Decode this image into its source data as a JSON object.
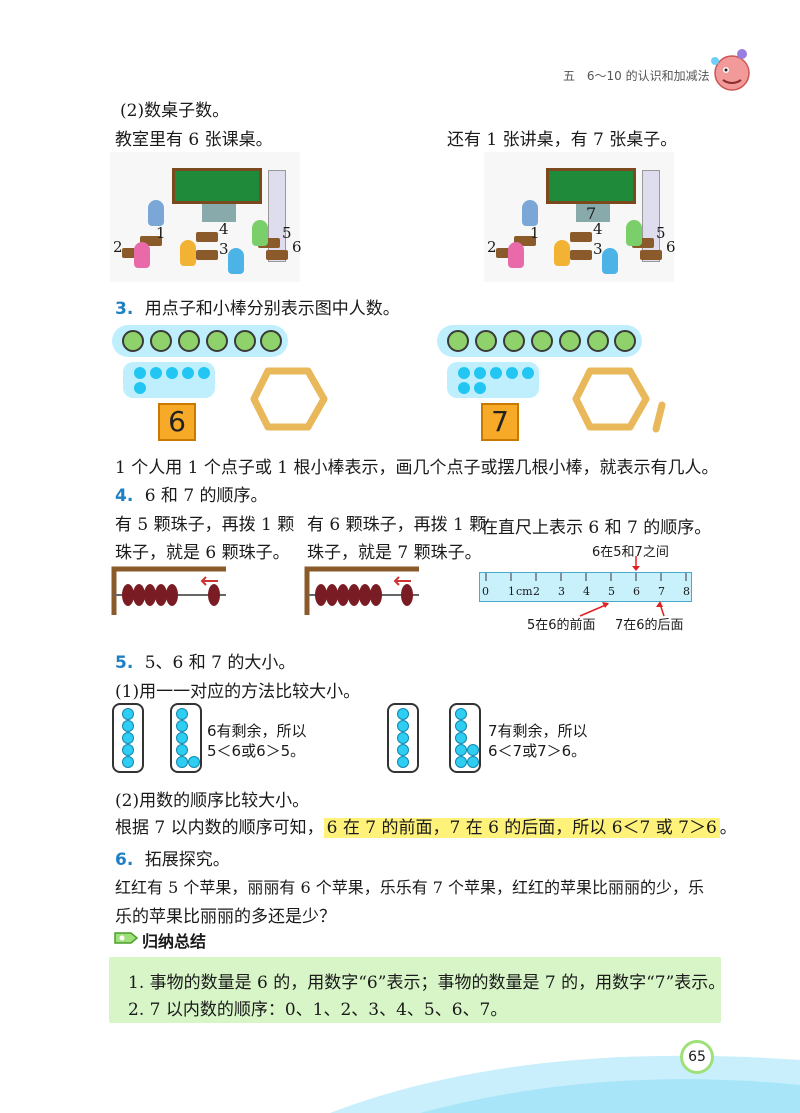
{
  "header": {
    "chapter_no": "五",
    "chapter_title": "6～10 的认识和加减法"
  },
  "page_number": "65",
  "part2": {
    "label": "(2)数桌子数。",
    "left_caption": "教室里有 6 张课桌。",
    "right_caption": "还有 1 张讲桌，有 7 张桌子。",
    "desk_labels": [
      "1",
      "2",
      "3",
      "4",
      "5",
      "6"
    ],
    "teacher_desk_label": "7"
  },
  "section3": {
    "number": "3.",
    "title": "用点子和小棒分别表示图中人数。",
    "left_count": "6",
    "right_count": "7",
    "note": "1 个人用 1 个点子或 1 根小棒表示，画几个点子或摆几根小棒，就表示有几人。"
  },
  "section4": {
    "number": "4.",
    "title": "6 和 7 的顺序。",
    "col1": [
      "有 5 颗珠子，再拨 1 颗",
      "珠子，就是 6 颗珠子。"
    ],
    "col2": [
      "有 6 颗珠子，再拨 1 颗",
      "珠子，就是 7 颗珠子。"
    ],
    "col3": "在直尺上表示 6 和 7 的顺序。",
    "ruler_top_note": "6在5和7之间",
    "ruler_ticks": [
      "0",
      "1",
      "cm",
      "2",
      "3",
      "4",
      "5",
      "6",
      "7",
      "8"
    ],
    "ruler_left_note": "5在6的前面",
    "ruler_right_note": "7在6的后面"
  },
  "section5": {
    "number": "5.",
    "title": "5、6 和 7 的大小。",
    "sub1": "(1)用一一对应的方法比较大小。",
    "left_text": [
      "6有剩余，所以",
      "5＜6或6＞5。"
    ],
    "right_text": [
      "7有剩余，所以",
      "6＜7或7＞6。"
    ],
    "sub2": "(2)用数的顺序比较大小。",
    "sentence_lead": "根据 7 以内数的顺序可知，",
    "sentence_highlight": "6 在 7 的前面，7 在 6 的后面，所以 6＜7 或 7＞6",
    "sentence_end": "。"
  },
  "section6": {
    "number": "6.",
    "title": "拓展探究。",
    "line1": "红红有 5 个苹果，丽丽有 6 个苹果，乐乐有 7 个苹果，红红的苹果比丽丽的少，乐",
    "line2": "乐的苹果比丽丽的多还是少？"
  },
  "summary": {
    "title": "归纳总结",
    "item1": "1. 事物的数量是 6 的，用数字“6”表示；事物的数量是 7 的，用数字“7”表示。",
    "item2": "2. 7 以内数的顺序：0、1、2、3、4、5、6、7。"
  },
  "colors": {
    "accent_blue": "#1d7fc4",
    "highlight": "#fff27a",
    "summary_bg": "#d8f5c8",
    "dot": "#22c6f2"
  }
}
